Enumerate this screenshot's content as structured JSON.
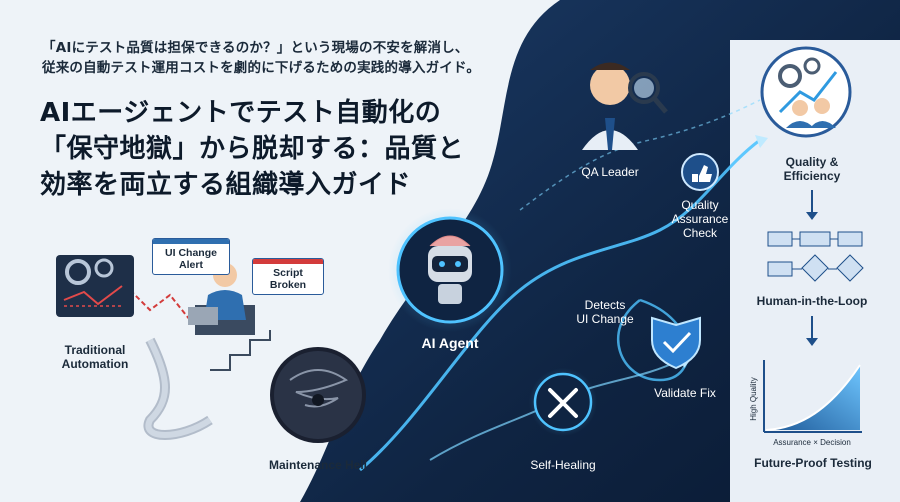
{
  "header": {
    "subtitle_line1": "「AIにテスト品質は担保できるのか？」という現場の不安を解消し、",
    "subtitle_line2": "従来の自動テスト運用コストを劇的に下げるための実践的導入ガイド。",
    "title_line1": "AIエージェントでテスト自動化の",
    "title_line2": "「保守地獄」から脱却する：品質と",
    "title_line3": "効率を両立する組織導入ガイド"
  },
  "left_scene": {
    "bubble_alert": "UI Change\nAlert",
    "bubble_broken": "Script\nBroken",
    "traditional": "Traditional\nAutomation",
    "maintenance": "Maintenance Hell"
  },
  "center": {
    "ai_agent": "AI Agent",
    "detects": "Detects\nUI Change",
    "self_healing": "Self-Healing",
    "validate": "Validate Fix"
  },
  "right": {
    "qa_leader": "QA Leader",
    "qa_check": "Quality\nAssurance\nCheck",
    "quality_eff": "Quality &\nEfficiency",
    "hitl": "Human-in-the-Loop",
    "future": "Future-Proof Testing",
    "chart_y": "High Quality",
    "chart_x": "Assurance × Decision"
  },
  "colors": {
    "navy": "#0f2442",
    "glow": "#4fc3ff",
    "red_alert": "#d33b3b"
  }
}
